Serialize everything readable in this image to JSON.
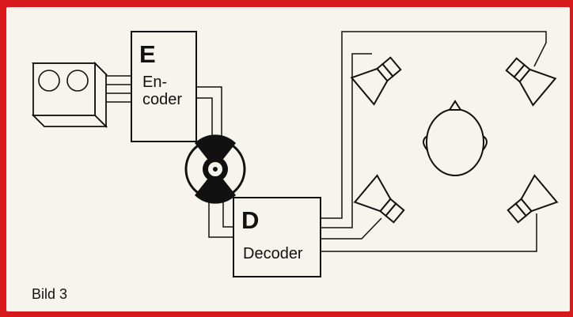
{
  "encoder": {
    "letter": "E",
    "line1": "En-",
    "line2": "coder"
  },
  "decoder": {
    "letter": "D",
    "label": "Decoder"
  },
  "caption": "Bild 3",
  "icons": [
    "tape-recorder-icon",
    "record-disc-icon",
    "speaker-icon",
    "listener-head-icon"
  ],
  "colors": {
    "border": "#d8191c",
    "background": "#f7f4ee",
    "ink": "#111111"
  }
}
